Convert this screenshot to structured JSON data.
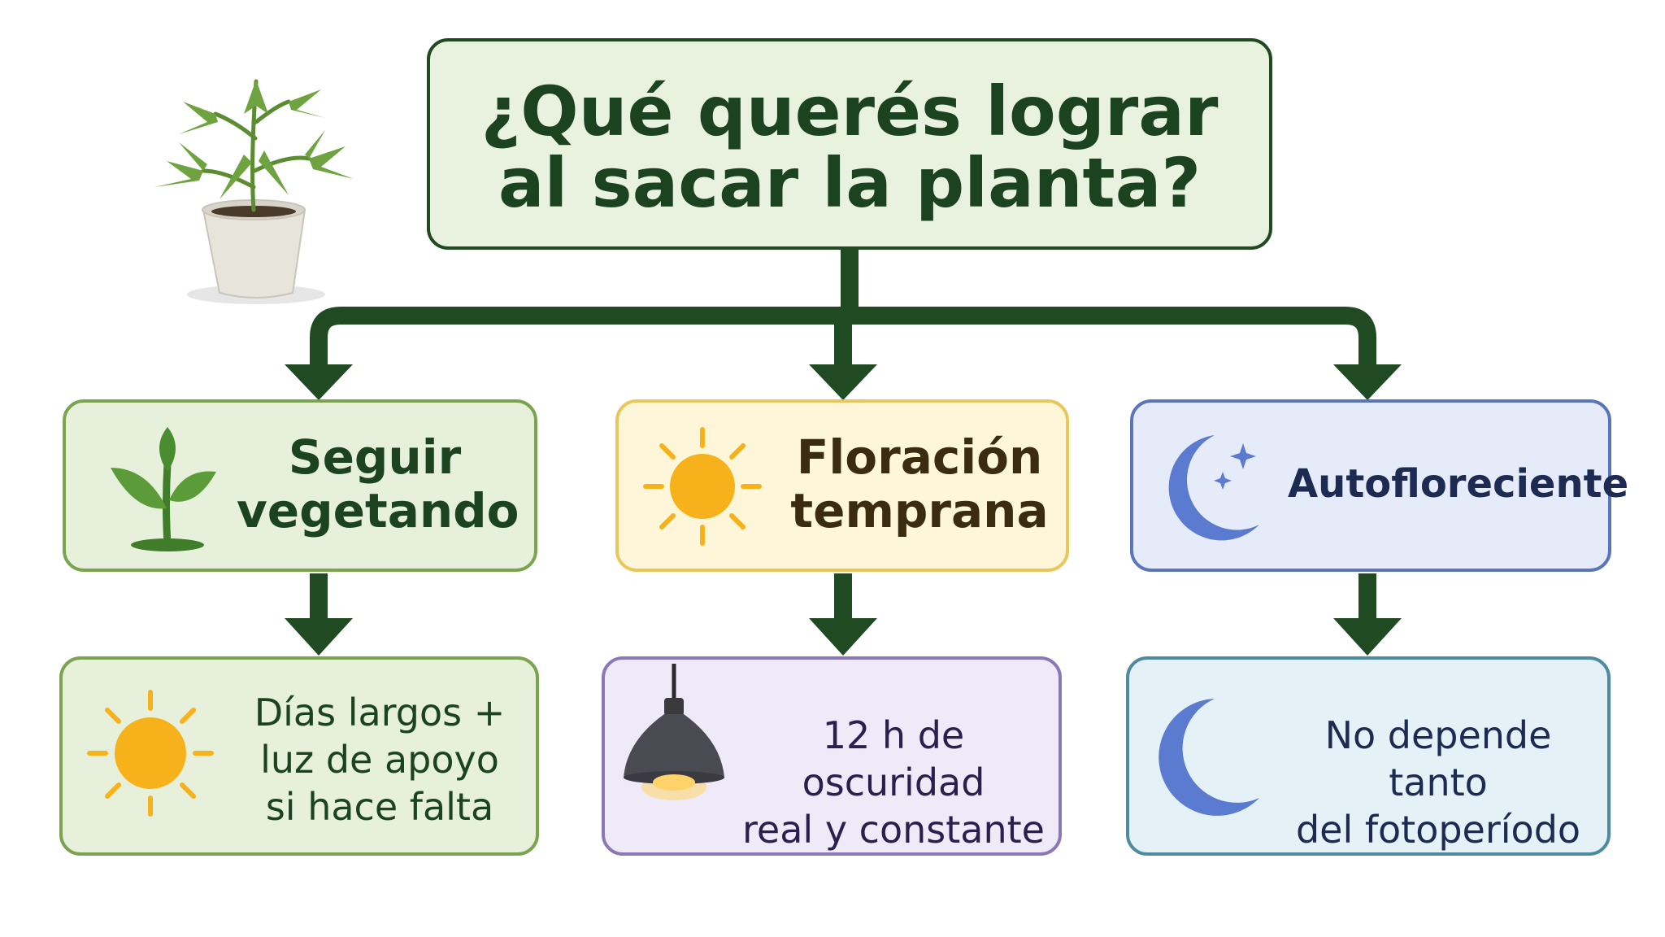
{
  "title": {
    "line1": "¿Qué querés lograr",
    "line2": "al sacar la planta?"
  },
  "options": [
    {
      "label_line1": "Seguir",
      "label_line2": "vegetando",
      "icon": "seedling-icon",
      "color": "#7aa54e"
    },
    {
      "label_line1": "Floración",
      "label_line2": "temprana",
      "icon": "sun-icon",
      "color": "#e9c75a"
    },
    {
      "label_line1": "Autofloreciente",
      "label_line2": "",
      "icon": "moon-stars-icon",
      "color": "#5a75b9"
    }
  ],
  "outcomes": [
    {
      "line1": "Días largos +",
      "line2": "luz de apoyo",
      "line3": "si hace falta",
      "icon": "sun-icon",
      "color": "#7aa54e"
    },
    {
      "line1": "12 h de oscuridad",
      "line2": "real y constante",
      "icon": "hanging-lamp-icon",
      "color": "#8c78b8"
    },
    {
      "line1": "No depende tanto",
      "line2": "del fotoperíodo",
      "icon": "moon-icon",
      "color": "#4d8c9e"
    }
  ],
  "colors": {
    "connector": "#1f4a22",
    "accent_sun": "#f7b21b"
  }
}
